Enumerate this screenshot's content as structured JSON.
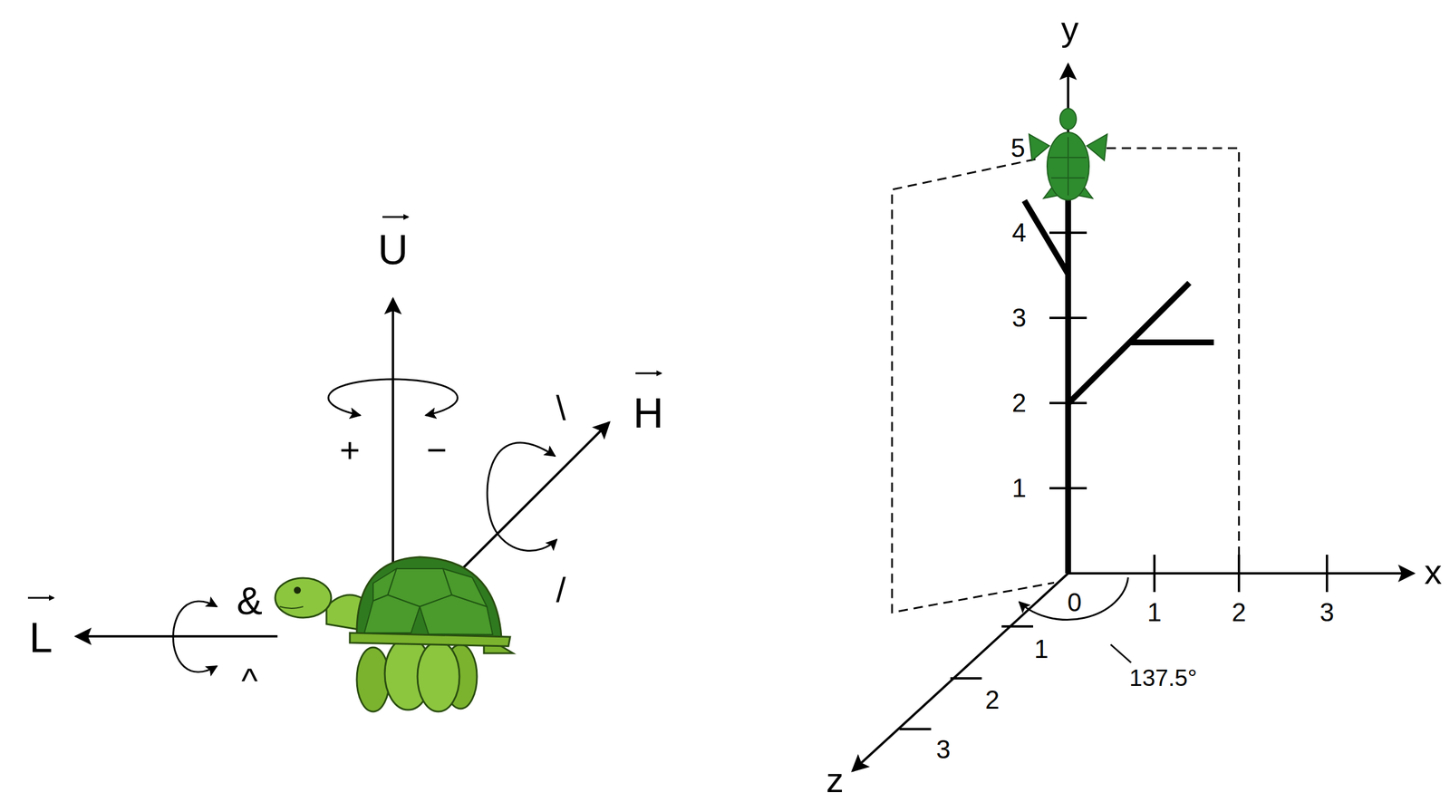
{
  "diagram": {
    "labels": [
      "U",
      "+",
      "−",
      "\\",
      "H",
      "/",
      "L",
      "&",
      "^",
      "y",
      "5",
      "4",
      "3",
      "2",
      "1",
      "0",
      "1",
      "2",
      "3",
      "x",
      "1",
      "2",
      "3",
      "z",
      "137.5°"
    ]
  }
}
